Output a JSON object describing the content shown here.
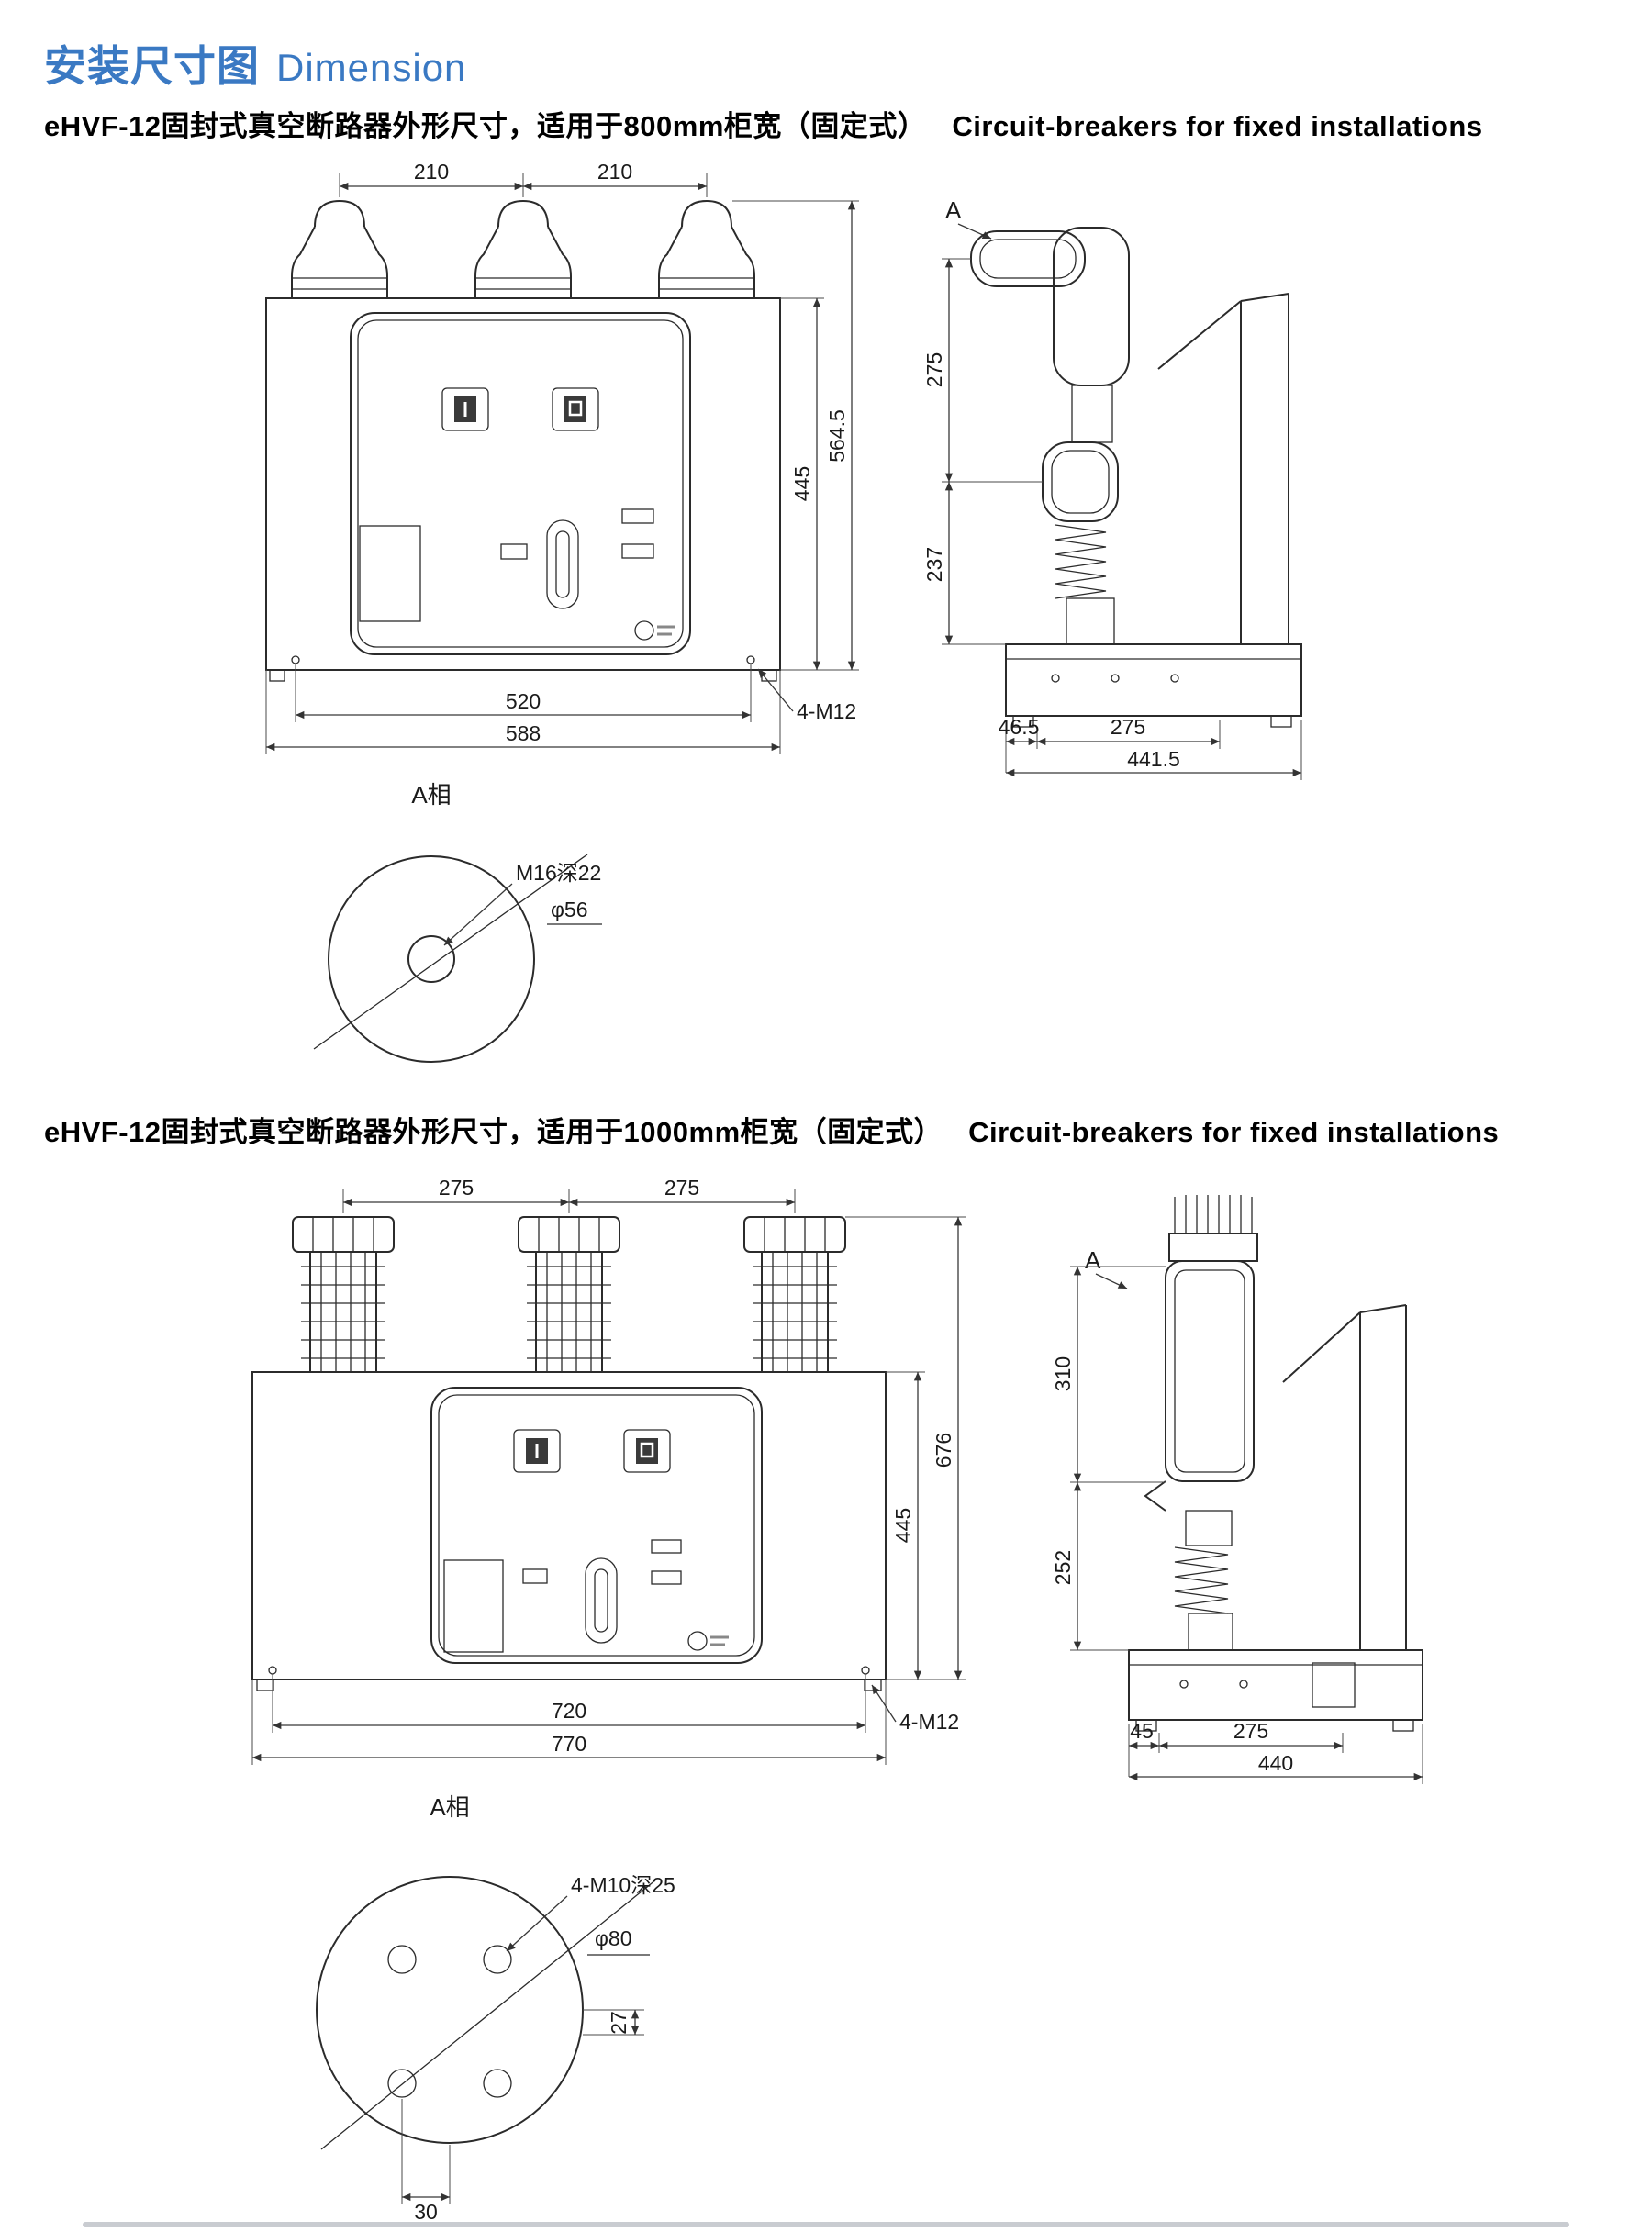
{
  "header": {
    "title_zh": "安装尺寸图",
    "title_en": "Dimension"
  },
  "section800": {
    "heading_zh": "eHVF-12固封式真空断路器外形尺寸，适用于800mm柜宽（固定式）",
    "heading_en": "Circuit-breakers for fixed  installations",
    "front": {
      "dim_pitch_left": "210",
      "dim_pitch_right": "210",
      "dim_body_height": "445",
      "dim_total_height": "564.5",
      "dim_hole_width": "520",
      "dim_total_width": "588",
      "bolt_label": "4-M12"
    },
    "side": {
      "section_label": "A",
      "dim_upper": "275",
      "dim_lower": "237",
      "dim_offset": "46.5",
      "dim_depth_mid": "275",
      "dim_total_depth": "441.5"
    },
    "detail": {
      "title": "A相",
      "thread_label": "M16深22",
      "diameter_label": "φ56"
    }
  },
  "section1000": {
    "heading_zh": "eHVF-12固封式真空断路器外形尺寸，适用于1000mm柜宽（固定式）",
    "heading_en": "Circuit-breakers for fixed  installations",
    "front": {
      "dim_pitch_left": "275",
      "dim_pitch_right": "275",
      "dim_body_height": "445",
      "dim_total_height": "676",
      "dim_hole_width": "720",
      "dim_total_width": "770",
      "bolt_label": "4-M12"
    },
    "side": {
      "section_label": "A",
      "dim_upper": "310",
      "dim_lower": "252",
      "dim_offset": "45",
      "dim_depth_mid": "275",
      "dim_total_depth": "440"
    },
    "detail": {
      "title": "A相",
      "thread_label": "4-M10深25",
      "diameter_label": "φ80",
      "dim_vertical": "27",
      "dim_horizontal": "30"
    }
  }
}
